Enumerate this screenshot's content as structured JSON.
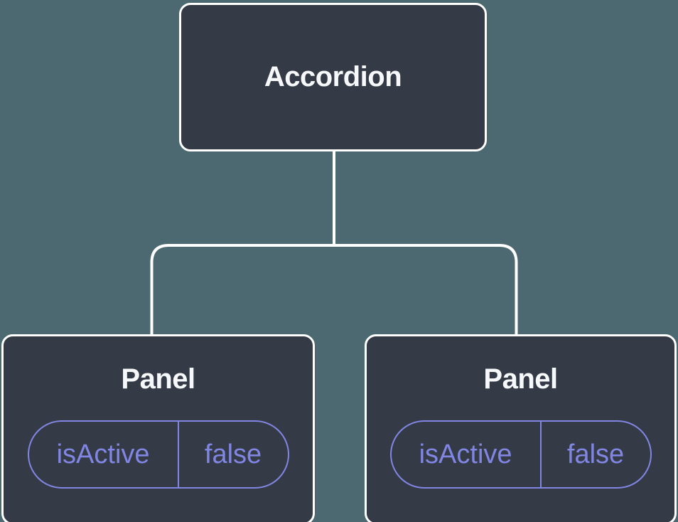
{
  "diagram": {
    "type": "component-tree",
    "colors": {
      "background": "#4C6870",
      "node-fill": "#343A46",
      "node-border": "#FFFFFF",
      "connector": "#FFFFFF",
      "accent": "#8186E3",
      "title": "#F7F8FA"
    },
    "root": {
      "label": "Accordion"
    },
    "panels": [
      {
        "label": "Panel",
        "state": {
          "key": "isActive",
          "value": "false"
        }
      },
      {
        "label": "Panel",
        "state": {
          "key": "isActive",
          "value": "false"
        }
      }
    ]
  }
}
